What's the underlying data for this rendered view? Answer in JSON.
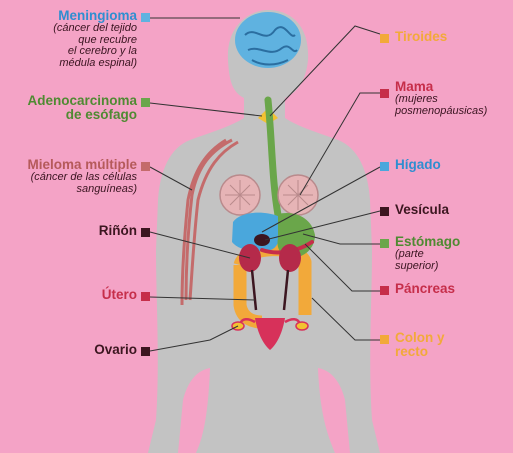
{
  "colors": {
    "background": "#f4a3c6",
    "body": "#c3c3c3",
    "brain": "#5fb2e0",
    "thyroid": "#f2c232",
    "esophagus": "#6aa64a",
    "liver": "#4aa7dc",
    "stomach": "#6aa64a",
    "colon": "#f2a93a",
    "kidney": "#b52a4a",
    "myeloma": "#c46b6b",
    "uterus": "#d7315a",
    "gallbladder": "#3c1620",
    "pancreas": "#c62e4a",
    "breast": "#e6b4b6"
  },
  "labels": {
    "meningioma": {
      "title": "Meningioma",
      "sub": [
        "(cáncer del tejido",
        "que recubre",
        "el cerebro y la",
        "médula espinal)"
      ]
    },
    "adeno": {
      "title": [
        "Adenocarcinoma",
        "de esófago"
      ]
    },
    "mieloma": {
      "title": "Mieloma múltiple",
      "sub": [
        "(cáncer de las células",
        "sanguíneas)"
      ]
    },
    "rinon": {
      "title": "Riñón"
    },
    "utero": {
      "title": "Útero"
    },
    "ovario": {
      "title": "Ovario"
    },
    "tiroides": {
      "title": "Tiroides"
    },
    "mama": {
      "title": "Mama",
      "sub": [
        "(mujeres",
        "posmenopáusicas)"
      ]
    },
    "higado": {
      "title": "Hígado"
    },
    "vesicula": {
      "title": "Vesícula"
    },
    "estomago": {
      "title": "Estómago",
      "sub": [
        "(parte",
        "superior)"
      ]
    },
    "pancreas": {
      "title": "Páncreas"
    },
    "colon": {
      "title": [
        "Colon y",
        "recto"
      ]
    }
  }
}
